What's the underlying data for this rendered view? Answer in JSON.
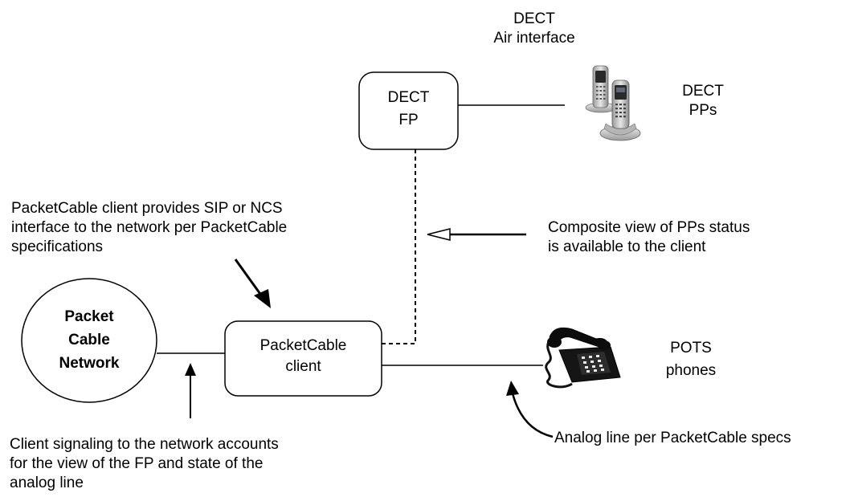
{
  "dect_air_interface": {
    "line1": "DECT",
    "line2": "Air interface"
  },
  "dect_fp": {
    "line1": "DECT",
    "line2": "FP"
  },
  "dect_pps": {
    "line1": "DECT",
    "line2": "PPs"
  },
  "packetcable_client_note": {
    "line1": "PacketCable client provides SIP or NCS",
    "line2": "interface to the network per PacketCable",
    "line3": "specifications"
  },
  "composite_view_note": {
    "line1": "Composite view of PPs status",
    "line2": "is available to the client"
  },
  "packet_cable_network": {
    "line1": "Packet",
    "line2": "Cable",
    "line3": "Network"
  },
  "packetcable_client": {
    "line1": "PacketCable",
    "line2": "client"
  },
  "pots_phones": {
    "line1": "POTS",
    "line2": "phones"
  },
  "client_signaling_note": {
    "line1": "Client signaling to the network accounts",
    "line2": "for the view of the FP and state of the",
    "line3": "analog line"
  },
  "analog_line_note": {
    "line1": "Analog line per PacketCable specs"
  },
  "colors": {
    "stroke": "#000000",
    "handset_body": "#c8c8c8",
    "handset_screen": "#2a2a2a",
    "desk_phone": "#111111"
  },
  "icons": {
    "dect_handsets": "cordless-phones-icon",
    "pots_phone": "desk-phone-icon"
  }
}
